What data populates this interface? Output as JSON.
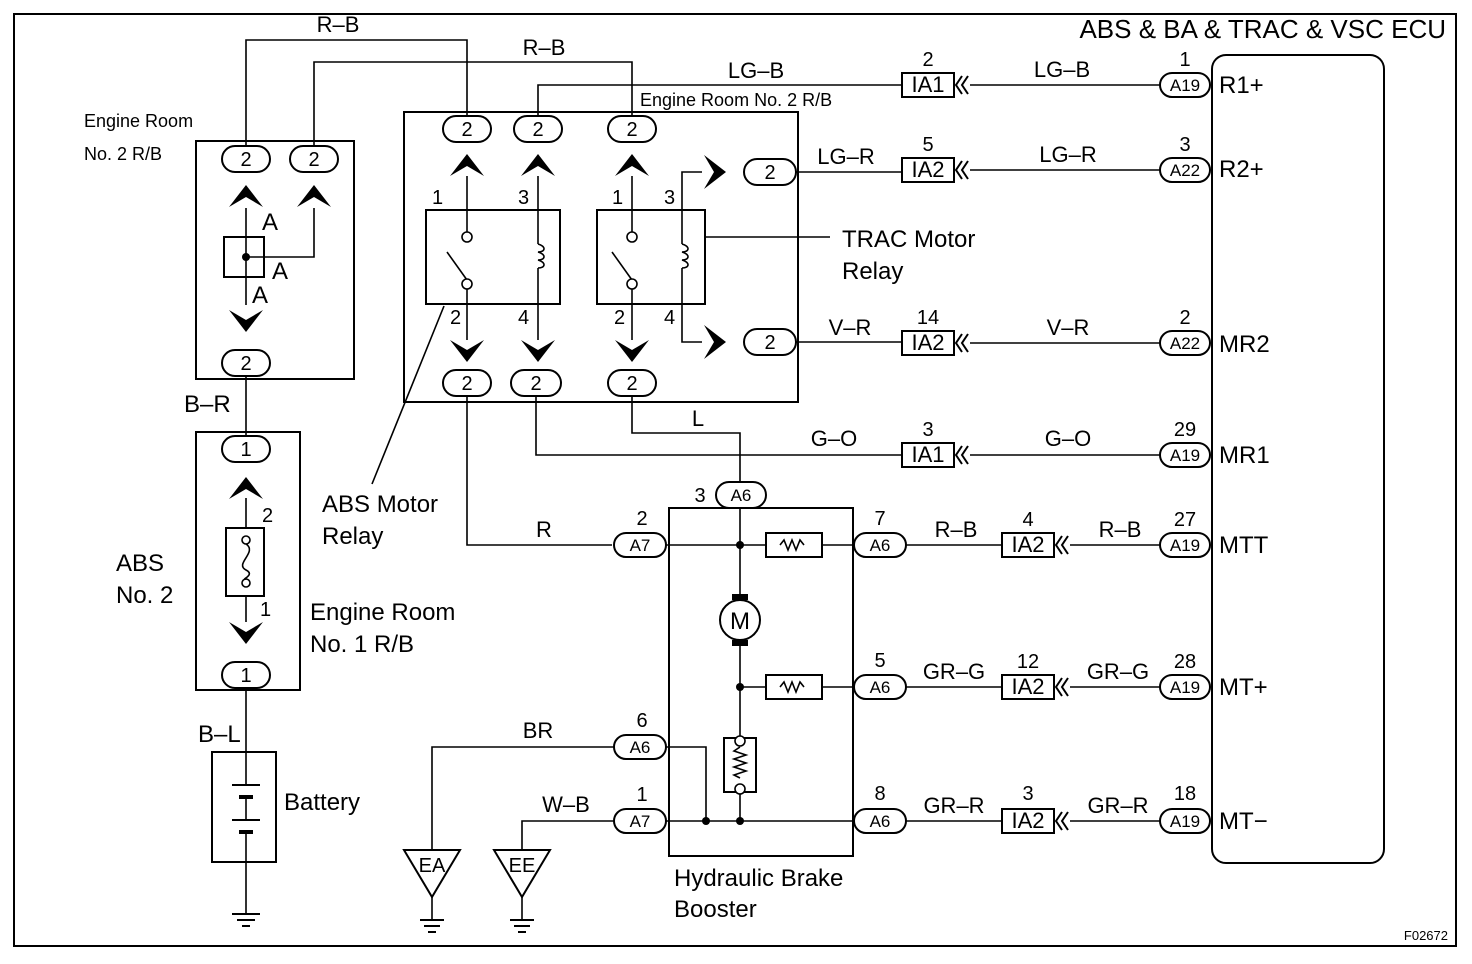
{
  "ecu": {
    "title": "ABS & BA & TRAC & VSC ECU",
    "terminals": [
      "R1+",
      "R2+",
      "MR2",
      "MR1",
      "MTT",
      "MT+",
      "MT−"
    ]
  },
  "blocks": {
    "er2_left": "Engine Room",
    "er2_left_2": "No. 2 R/B",
    "er2_top": "Engine Room No. 2 R/B",
    "er1_1": "Engine Room",
    "er1_2": "No. 1 R/B",
    "abs2_1": "ABS",
    "abs2_2": "No. 2",
    "abs_relay_1": "ABS Motor",
    "abs_relay_2": "Relay",
    "trac_relay_1": "TRAC Motor",
    "trac_relay_2": "Relay",
    "battery": "Battery",
    "booster_1": "Hydraulic Brake",
    "booster_2": "Booster",
    "ground_ea": "EA",
    "ground_ee": "EE",
    "fig_id": "F02672"
  },
  "wires": {
    "rb_top": "R–B",
    "rb_second": "R–B",
    "lgb_a": "LG–B",
    "lgb_b": "LG–B",
    "lgr_a": "LG–R",
    "lgr_b": "LG–R",
    "vr_a": "V–R",
    "vr_b": "V–R",
    "l": "L",
    "go_a": "G–O",
    "go_b": "G–O",
    "r": "R",
    "rb_a": "R–B",
    "rb_b": "R–B",
    "grg_a": "GR–G",
    "grg_b": "GR–G",
    "grr_a": "GR–R",
    "grr_b": "GR–R",
    "br": "BR",
    "wb": "W–B",
    "br_left": "B–R",
    "bl": "B–L"
  },
  "connectors": {
    "ia1": "IA1",
    "ia2": "IA2",
    "a19": "A19",
    "a22": "A22",
    "a6": "A6",
    "a7": "A7",
    "two": "2",
    "one": "1"
  },
  "pins": {
    "ia1_r1": "2",
    "a19_r1": "1",
    "ia2_r2": "5",
    "a22_r2": "3",
    "ia2_mr2": "14",
    "a22_mr2": "2",
    "ia1_mr1": "3",
    "a19_mr1": "29",
    "a6_mtt": "7",
    "ia2_mtt": "4",
    "a19_mtt": "27",
    "a6_mtp": "5",
    "ia2_mtp": "12",
    "a19_mtp": "28",
    "a6_mtm": "8",
    "ia2_mtm": "3",
    "a19_mtm": "18",
    "a6_top": "3",
    "a7_r": "2",
    "a6_br": "6",
    "a7_wb": "1",
    "abs_relay_p1": "1",
    "abs_relay_p3": "3",
    "abs_relay_p2": "2",
    "abs_relay_p4": "4",
    "trac_relay_p1": "1",
    "trac_relay_p3": "3",
    "trac_relay_p2": "2",
    "trac_relay_p4": "4",
    "fuse_2": "2",
    "fuse_1": "1",
    "junc_a1": "A",
    "junc_a2": "A",
    "junc_a3": "A"
  }
}
